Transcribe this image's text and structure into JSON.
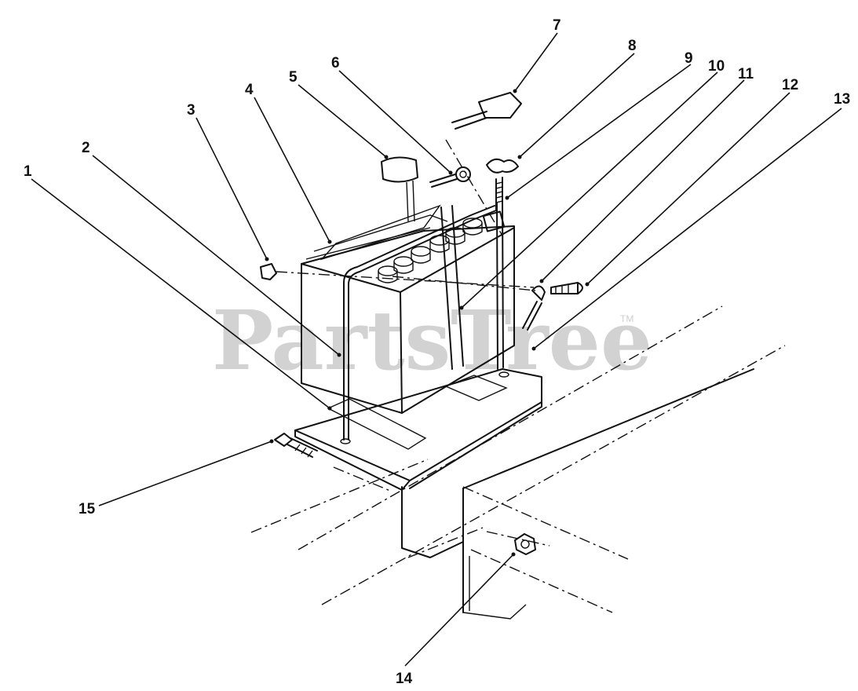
{
  "watermark": {
    "text": "PartsTree",
    "trademark": "TM"
  },
  "callouts": [
    {
      "id": "1",
      "label": "1"
    },
    {
      "id": "2",
      "label": "2"
    },
    {
      "id": "3",
      "label": "3"
    },
    {
      "id": "4",
      "label": "4"
    },
    {
      "id": "5",
      "label": "5"
    },
    {
      "id": "6",
      "label": "6"
    },
    {
      "id": "7",
      "label": "7"
    },
    {
      "id": "8",
      "label": "8"
    },
    {
      "id": "9",
      "label": "9"
    },
    {
      "id": "10",
      "label": "10"
    },
    {
      "id": "11",
      "label": "11"
    },
    {
      "id": "12",
      "label": "12"
    },
    {
      "id": "13",
      "label": "13"
    },
    {
      "id": "14",
      "label": "14"
    },
    {
      "id": "15",
      "label": "15"
    }
  ]
}
